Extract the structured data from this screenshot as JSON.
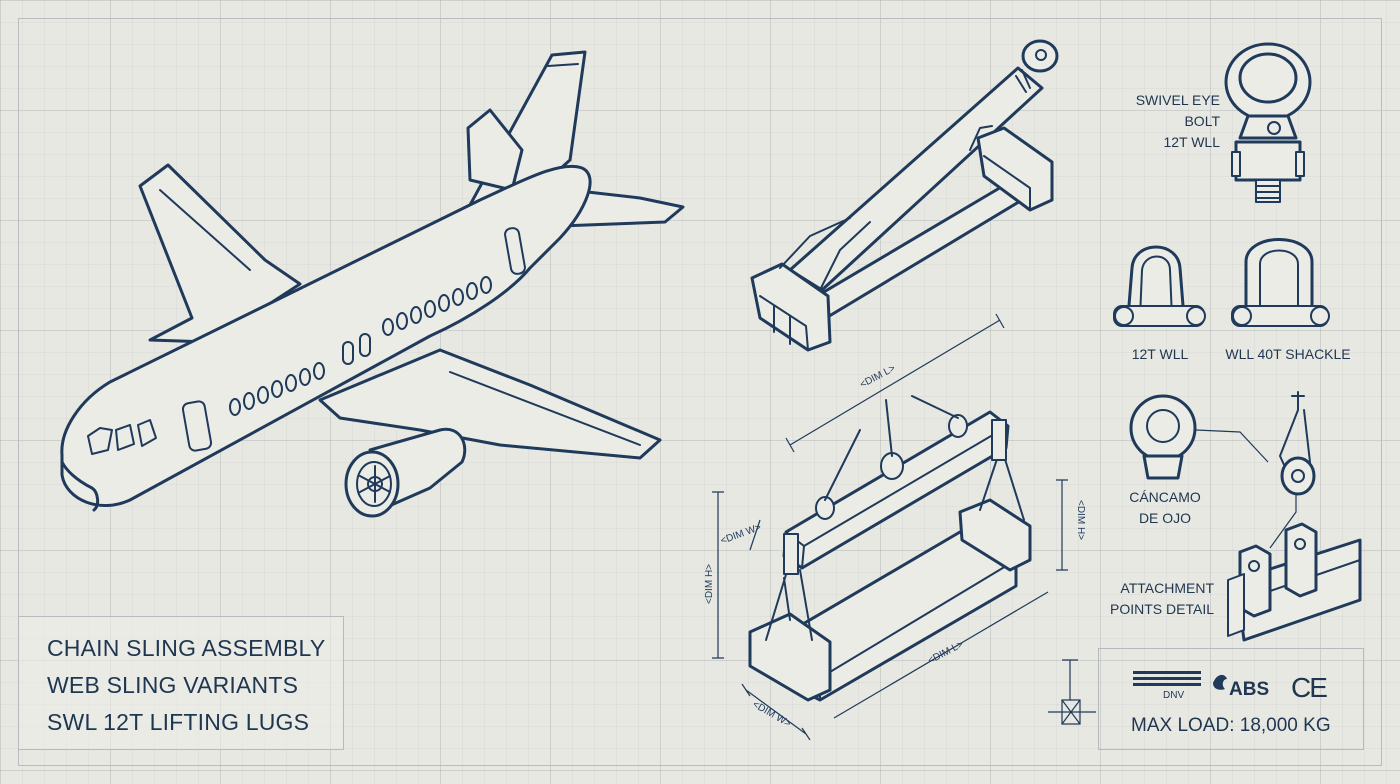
{
  "labels": {
    "swivel_eye_bolt": [
      "SWIVEL EYE",
      "BOLT",
      "12T WLL"
    ],
    "shackle_left": "12T WLL",
    "shackle_right": "WLL 40T SHACKLE",
    "eye_nut": [
      "CÁNCAMO",
      "DE OJO"
    ],
    "attachment": [
      "ATTACHMENT",
      "POINTS DETAIL"
    ]
  },
  "dimensions": {
    "dim_l": "<DIM L>",
    "dim_w": "<DIM W>",
    "dim_h": "<DIM H>"
  },
  "title_block": {
    "line1": "CHAIN SLING ASSEMBLY",
    "line2": "WEB SLING VARIANTS",
    "line3": "SWL 12T LIFTING LUGS"
  },
  "certification": {
    "dnv": "DNV",
    "abs": "ABS",
    "ce": "CE",
    "max_load": "MAX LOAD: 18,000 KG"
  },
  "colors": {
    "ink": "#1f3a5a",
    "paper": "#e8e8e3",
    "grid": "#aab0b6"
  },
  "icons": [
    "airplane-illustration",
    "lifting-beam-diagonal",
    "spreader-beam-frame",
    "swivel-eye-bolt-icon",
    "shackle-icon",
    "eye-nut-icon",
    "wire-rope-thimble-icon",
    "attachment-lug-icon",
    "valve-symbol-icon"
  ]
}
